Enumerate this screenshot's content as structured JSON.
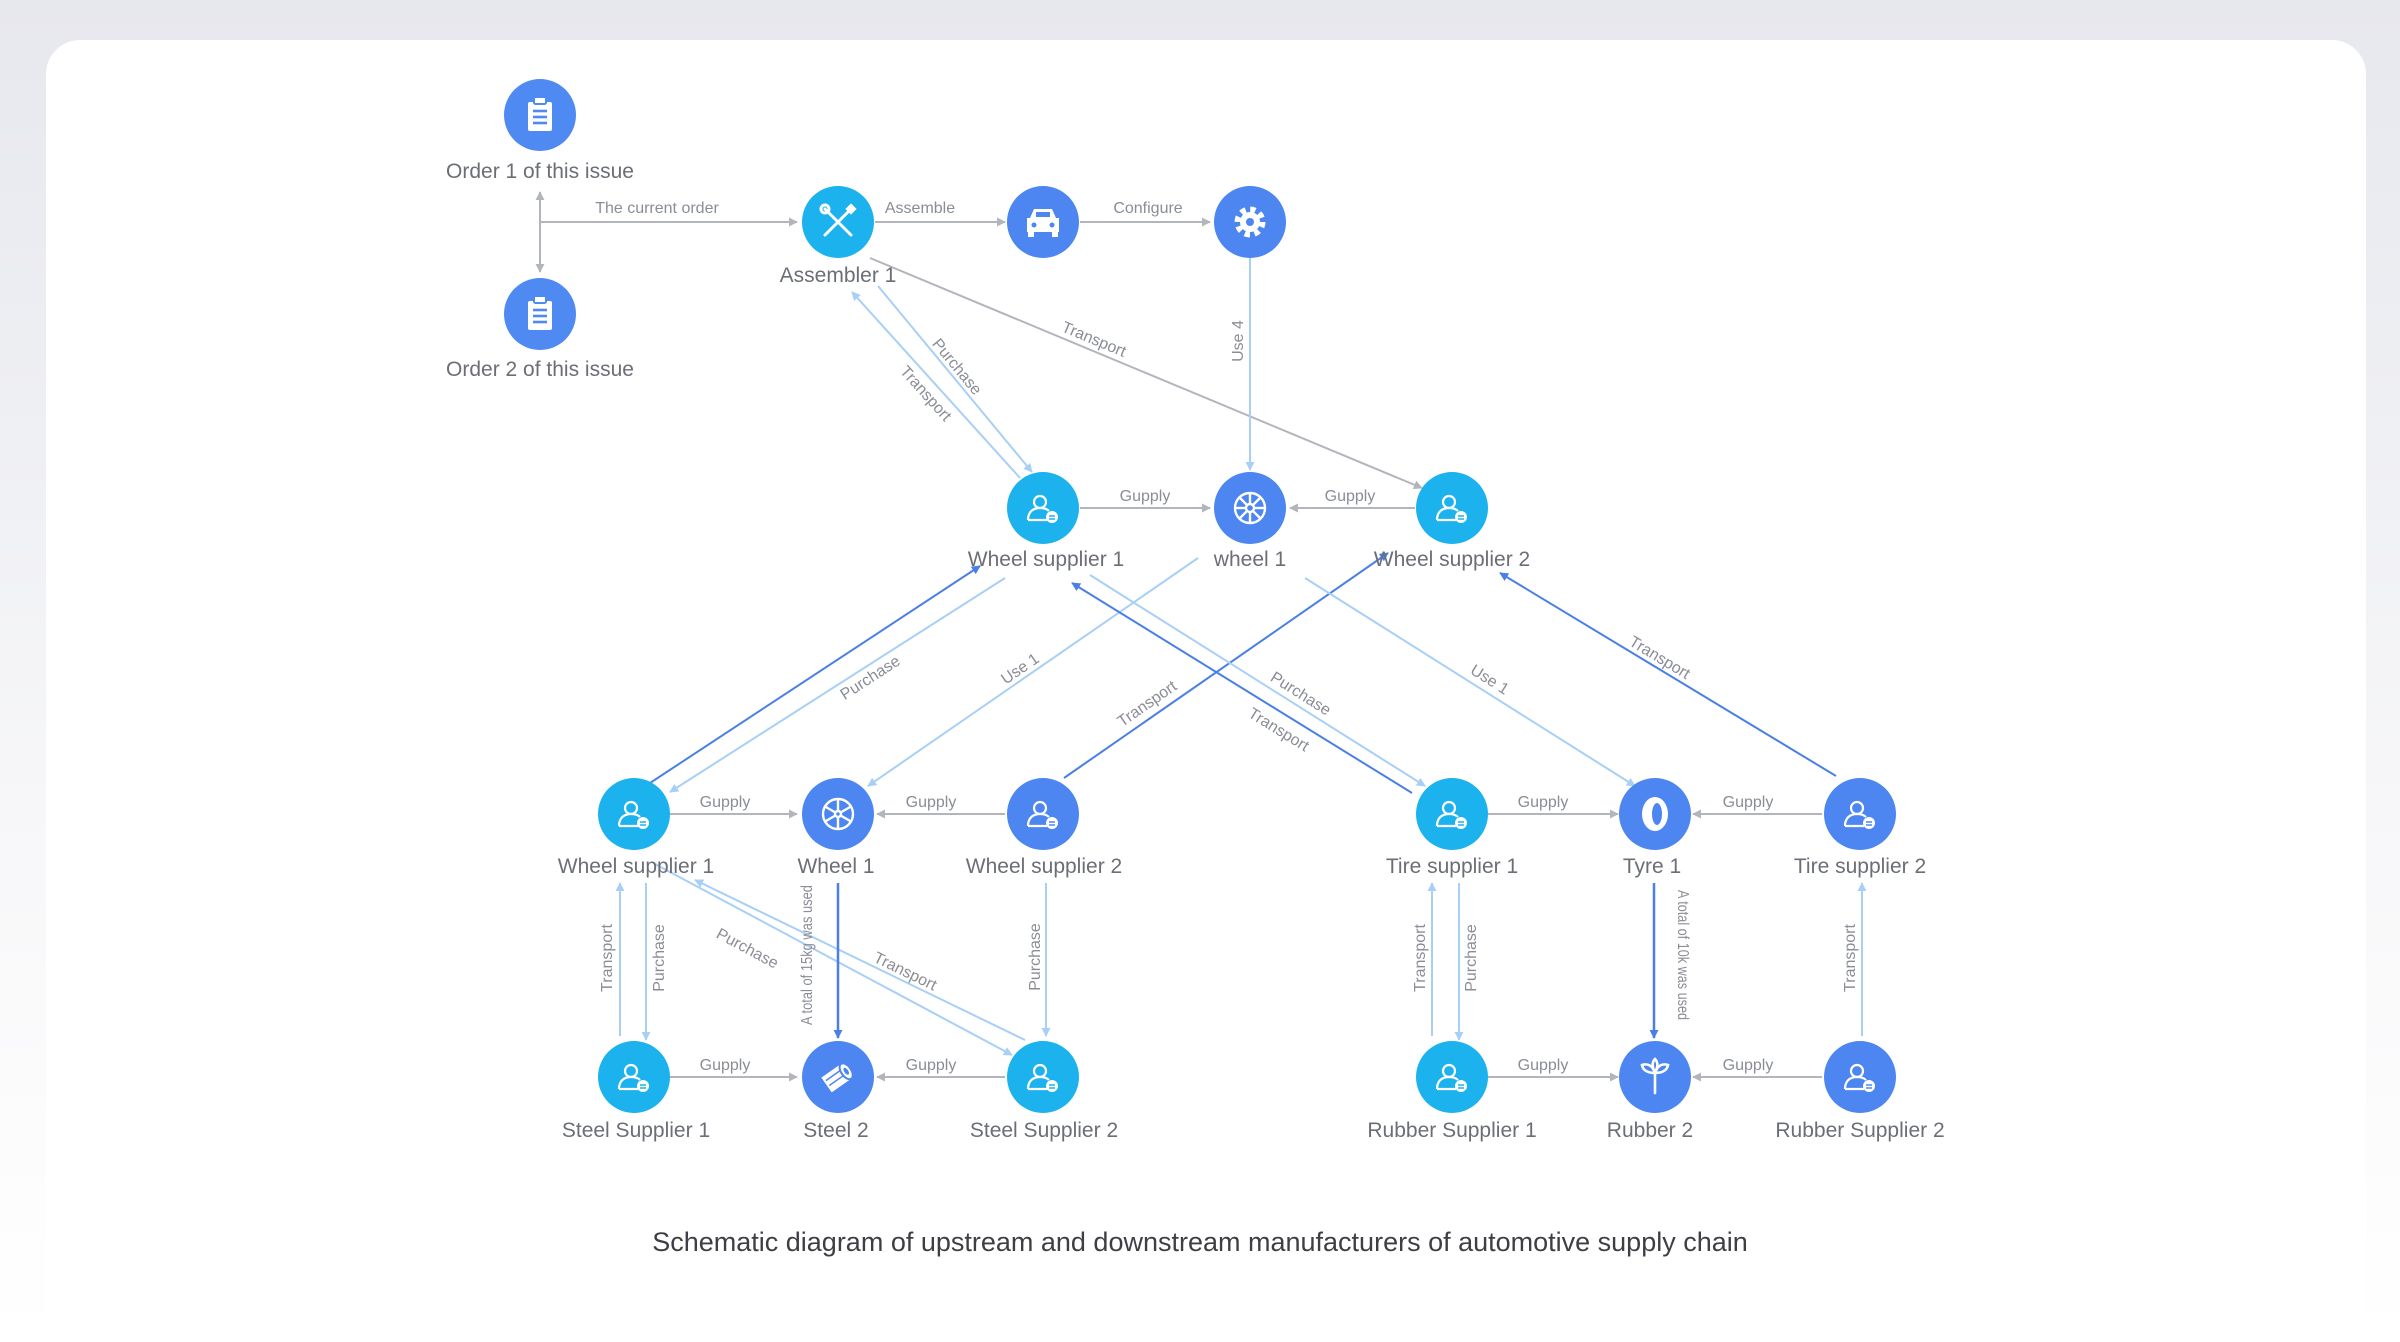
{
  "caption": "Schematic diagram of upstream and downstream manufacturers of automotive supply chain",
  "colors": {
    "supplier": "#1cb2ee",
    "product": "#4d86f0",
    "order": "#4f8af2",
    "gray_edge": "#b3b5bd",
    "light_edge": "#a8cff5",
    "dark_edge": "#4a7fe6"
  },
  "nodes": {
    "order1": {
      "label": "Order 1 of this issue",
      "icon": "clipboard-icon"
    },
    "order2": {
      "label": "Order 2 of this issue",
      "icon": "clipboard-icon"
    },
    "assembler1": {
      "label": "Assembler 1",
      "icon": "tools-icon"
    },
    "car": {
      "label": "",
      "icon": "car-icon"
    },
    "config": {
      "label": "",
      "icon": "gear-icon"
    },
    "wheel_supplier_1_top": {
      "label": "Wheel supplier 1",
      "icon": "supplier-icon"
    },
    "wheel_1_top": {
      "label": "wheel 1",
      "icon": "wheel-icon"
    },
    "wheel_supplier_2_top": {
      "label": "Wheel supplier 2",
      "icon": "supplier-icon"
    },
    "wheel_supplier_1_mid": {
      "label": "Wheel supplier 1",
      "icon": "supplier-icon"
    },
    "wheel_1_mid": {
      "label": "Wheel 1",
      "icon": "wheel-icon"
    },
    "wheel_supplier_2_mid": {
      "label": "Wheel supplier 2",
      "icon": "supplier-icon"
    },
    "tire_supplier_1": {
      "label": "Tire supplier 1",
      "icon": "supplier-icon"
    },
    "tyre_1": {
      "label": "Tyre 1",
      "icon": "tyre-icon"
    },
    "tire_supplier_2": {
      "label": "Tire supplier 2",
      "icon": "supplier-icon"
    },
    "steel_supplier_1": {
      "label": "Steel Supplier 1",
      "icon": "supplier-icon"
    },
    "steel_2": {
      "label": "Steel 2",
      "icon": "steel-icon"
    },
    "steel_supplier_2": {
      "label": "Steel Supplier 2",
      "icon": "supplier-icon"
    },
    "rubber_supplier_1": {
      "label": "Rubber Supplier 1",
      "icon": "supplier-icon"
    },
    "rubber_2": {
      "label": "Rubber 2",
      "icon": "rubber-icon"
    },
    "rubber_supplier_2": {
      "label": "Rubber Supplier 2",
      "icon": "supplier-icon"
    }
  },
  "edge_labels": {
    "current_order": "The current order",
    "assemble": "Assemble",
    "configure": "Configure",
    "transport": "Transport",
    "purchase": "Purchase",
    "use_4": "Use 4",
    "use_1": "Use 1",
    "gupply": "Gupply",
    "steel_used": "A total of 15kg was used",
    "rubber_used": "A total of 10k was used"
  }
}
